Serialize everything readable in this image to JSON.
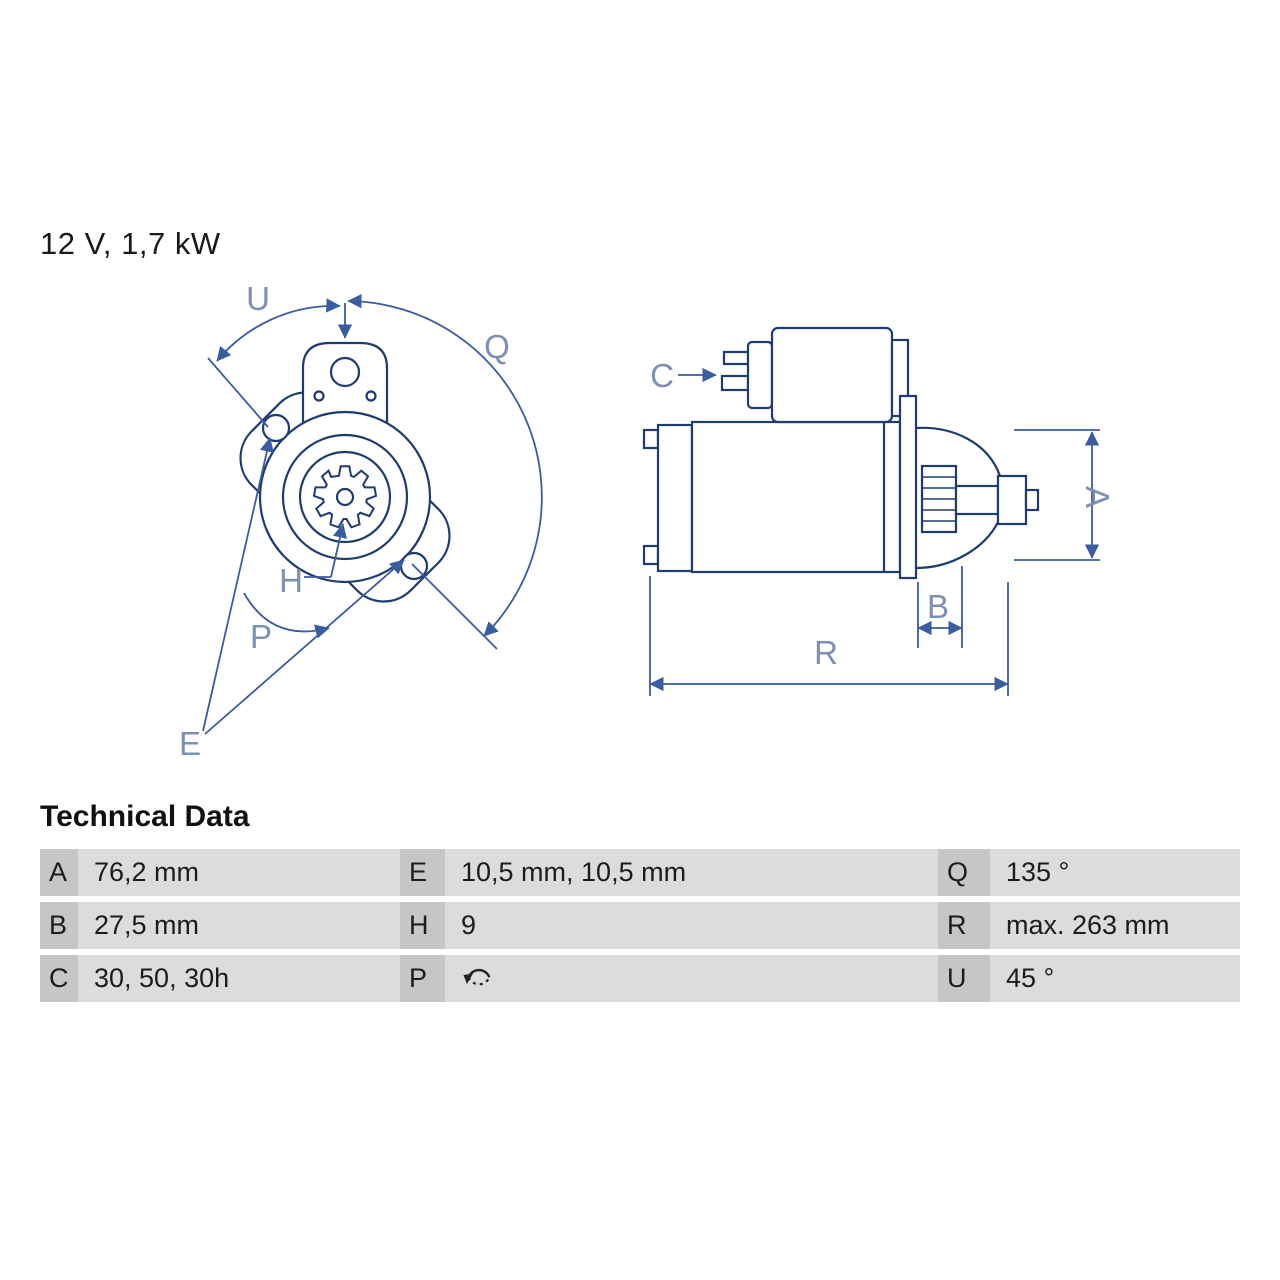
{
  "title": "12 V, 1,7 kW",
  "section_title": "Technical Data",
  "diagram": {
    "description": "starter-motor technical drawing, front view and side view",
    "labels": {
      "U": "U",
      "Q": "Q",
      "C": "C",
      "A": "A",
      "H": "H",
      "P": "P",
      "B": "B",
      "R": "R",
      "E": "E"
    },
    "colors": {
      "outline": "#1e3c70",
      "dimension": "#3a5ca0",
      "label": "#7c90b2"
    }
  },
  "table": {
    "rows": [
      {
        "cells": [
          {
            "key": "A",
            "value": "76,2 mm"
          },
          {
            "key": "E",
            "value": "10,5 mm, 10,5 mm"
          },
          {
            "key": "Q",
            "value": "135 °"
          }
        ]
      },
      {
        "cells": [
          {
            "key": "B",
            "value": "27,5 mm"
          },
          {
            "key": "H",
            "value": "9"
          },
          {
            "key": "R",
            "value": "max. 263 mm"
          }
        ]
      },
      {
        "cells": [
          {
            "key": "C",
            "value": "30, 50, 30h"
          },
          {
            "key": "P",
            "value": "",
            "icon": "rotation-ccw-icon"
          },
          {
            "key": "U",
            "value": "45 °"
          }
        ]
      }
    ]
  }
}
